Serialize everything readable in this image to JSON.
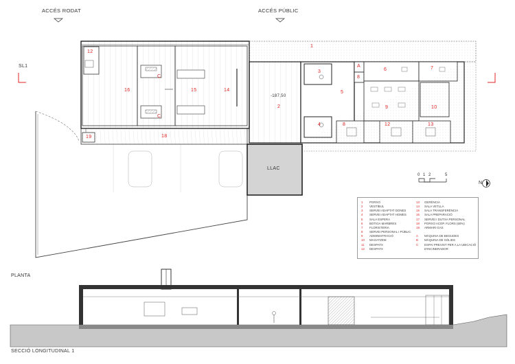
{
  "labels": {
    "acces_rodat": "ACCÉS RODAT",
    "acces_public": "ACCÉS PÚBLIC",
    "section_marker": "SL1",
    "planta": "PLANTA",
    "seccio": "SECCIÓ LONGITUDINAL 1",
    "llac": "LLAC",
    "level": "-187,50",
    "north": "N"
  },
  "scale_bar": [
    "0",
    "1",
    "2",
    "5"
  ],
  "room_numbers": {
    "r1": "1",
    "r2": "2",
    "r3": "3",
    "r4": "4",
    "r5": "5",
    "r6": "6",
    "r7": "7",
    "r8a": "8",
    "r8b": "8",
    "r9": "9",
    "r10": "10",
    "r12a": "12",
    "r12b": "12",
    "r13": "13",
    "r14": "14",
    "r15": "15",
    "r16": "16",
    "r18": "18",
    "r19": "19",
    "rA": "A",
    "rC1": "C",
    "rC2": "C"
  },
  "legend": {
    "col1": [
      {
        "n": "1",
        "t": "PORXO"
      },
      {
        "n": "2",
        "t": "VESTÍBUL"
      },
      {
        "n": "3",
        "t": "SERVEI ADAPTAT DONES"
      },
      {
        "n": "4",
        "t": "SERVEI ADAPTAT HOMES"
      },
      {
        "n": "5",
        "t": "SALA ESPERA"
      },
      {
        "n": "6",
        "t": "BOTIGA MARBRES"
      },
      {
        "n": "7",
        "t": "FLORISTERIA"
      },
      {
        "n": "8",
        "t": "SERVEI PERSONAL I PÚBLIC"
      },
      {
        "n": "9",
        "t": "ADMINISTRACIÓ"
      },
      {
        "n": "10",
        "t": "MAGATZEM"
      },
      {
        "n": "11",
        "t": "DESPATX"
      },
      {
        "n": "12",
        "t": "DESPATX"
      }
    ],
    "col2": [
      {
        "n": "13",
        "t": "GERÈNCIA"
      },
      {
        "n": "14",
        "t": "SALA VETLLA"
      },
      {
        "n": "15",
        "t": "SALA TRANSFERÈNCIA"
      },
      {
        "n": "16",
        "t": "SALA PREPARACIÓ"
      },
      {
        "n": "17",
        "t": "SERVEI I DUTXA PERSONAL"
      },
      {
        "n": "18",
        "t": "PORXO ACOP. FLORS (60%)"
      },
      {
        "n": "19",
        "t": "ARMARI GAS"
      },
      {
        "n": "",
        "t": ""
      },
      {
        "n": "A",
        "t": "MÀQUINA DE BEGUDES"
      },
      {
        "n": "B",
        "t": "MÀQUINA DE SÒLIDS"
      },
      {
        "n": "C",
        "t": "ESPAI PREVIST PER A LA UBICACIÓ"
      },
      {
        "n": "",
        "t": "D'INCINERADOR"
      }
    ]
  },
  "colors": {
    "line": "#333333",
    "room_number": "#d22222",
    "section_mark": "#e02020",
    "pond": "#d4d4d4",
    "terrain": "#c8c8c8"
  }
}
